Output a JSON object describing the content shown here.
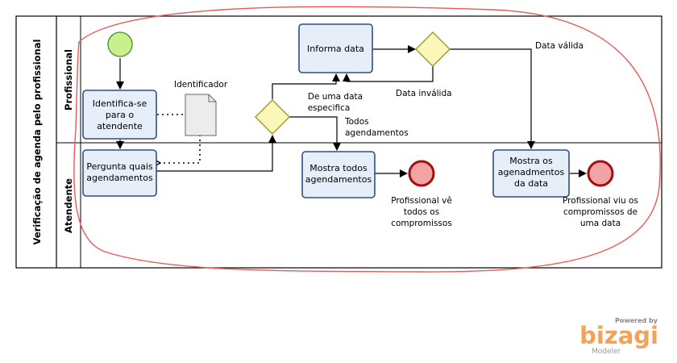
{
  "pool": {
    "title": "Verificação de agenda pelo profissional",
    "lanes": [
      "Profissional",
      "Atendente"
    ]
  },
  "tasks": [
    {
      "id": "t1",
      "lines": [
        "Identifica-se",
        "para o",
        "atendente"
      ]
    },
    {
      "id": "t2",
      "lines": [
        "Pergunta quais",
        "agendamentos"
      ]
    },
    {
      "id": "t3",
      "lines": [
        "Informa data"
      ]
    },
    {
      "id": "t4",
      "lines": [
        "Mostra todos",
        "agendamentos"
      ]
    },
    {
      "id": "t5",
      "lines": [
        "Mostra os",
        "agenadmentos",
        "da data"
      ]
    }
  ],
  "artifact": {
    "label": "Identificador"
  },
  "flow_labels": {
    "specific": [
      "De uma data",
      "especifica"
    ],
    "all": [
      "Todos",
      "agendamentos"
    ],
    "valid": "Data válida",
    "invalid": "Data inválida"
  },
  "end_events": {
    "e1": [
      "Profissional vê",
      "todos os",
      "compromissos"
    ],
    "e2": [
      "Profissional viu os",
      "compromissos de",
      "uma data"
    ]
  },
  "branding": {
    "powered": "Powered by",
    "brand": "bizagi",
    "product": "Modeler"
  },
  "colors": {
    "task_fill": "#e6eefa",
    "task_stroke": "#2f4f7f",
    "start_fill": "#c8f08c",
    "end_fill": "#f2a3a3",
    "end_stroke": "#a30e0e",
    "gateway_fill": "#fbf7b8",
    "gateway_stroke": "#9a9a2a",
    "annotation": "#e85a5a",
    "brand": "#f2a35a"
  }
}
